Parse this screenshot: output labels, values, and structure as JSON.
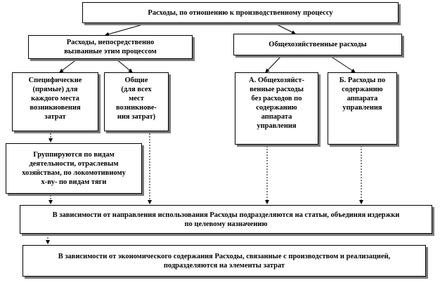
{
  "root": {
    "text": "Расходы,  по отношению к производственному процессу"
  },
  "direct": {
    "text": "Расходы,  непосредственно\nвызванные этим процессом"
  },
  "general_business": {
    "text": "Общехозяйственные  расходы"
  },
  "specific": {
    "text": "Специфические\n(прямые) для\nкаждого места\nвозникновения\nзатрат"
  },
  "common": {
    "text": "Общие\n(для всех\nмест\nвозникнове-\nния затрат)"
  },
  "item_a": {
    "text": "А. Общехозяйст-\nвенные расходы\nбез расходов по\nсодержанию\nаппарата\nуправления"
  },
  "item_b": {
    "text": "Б. Расходы по\nсодержанию\nаппарата\nуправления"
  },
  "grouped": {
    "text": "Группируются по видам\nдеятельности, отраслевым\nхозяйствам,  по локомотивному\nх-ву- по видам тяги"
  },
  "by_direction": {
    "text": "В зависимости  от направления использования Расходы подразделяются на статьи, объединяя  издержки\nпо целевому назначению"
  },
  "by_economic": {
    "text": "В зависимости  от экономического  содержания Расходы, связанные с производством и реализацией,\nподразделяются на элементы  затрат"
  }
}
